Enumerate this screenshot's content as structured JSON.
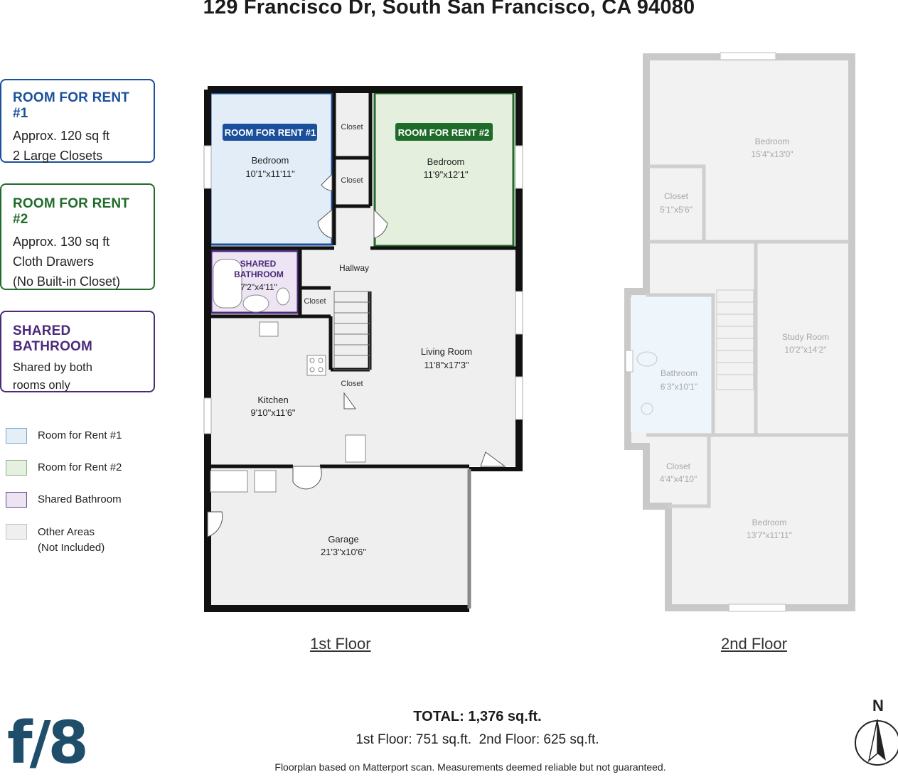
{
  "title": "129 Francisco Dr, South San Francisco, CA 94080",
  "cards": [
    {
      "heading": "ROOM FOR RENT #1",
      "lines": [
        "Approx. 120 sq ft",
        "2 Large Closets"
      ],
      "color": "#1a4f9c"
    },
    {
      "heading": "ROOM FOR RENT #2",
      "lines": [
        "Approx. 130 sq ft",
        "Cloth Drawers",
        "(No Built-in Closet)"
      ],
      "color": "#1f6b2a"
    },
    {
      "heading": "SHARED BATHROOM",
      "lines": [
        "Shared by both",
        "rooms only"
      ],
      "color": "#4b2a7a"
    }
  ],
  "legend": [
    {
      "label": "Room for Rent #1",
      "fill": "#e4eef7",
      "stroke": "#7fa6c6"
    },
    {
      "label": "Room for Rent #2",
      "fill": "#e6f0e0",
      "stroke": "#8fb388"
    },
    {
      "label": "Shared Bathroom",
      "fill": "#ece4f2",
      "stroke": "#6a4b8c"
    },
    {
      "label": "Other Areas",
      "sublabel": "(Not Included)",
      "fill": "#efefef",
      "stroke": "#c4c4c4"
    }
  ],
  "floor1": {
    "label": "1st Floor",
    "rooms": {
      "bedroom1": {
        "badge": "ROOM FOR RENT #1",
        "name": "Bedroom",
        "dims": "10'1\"x11'11\""
      },
      "bedroom2": {
        "badge": "ROOM FOR RENT #2",
        "name": "Bedroom",
        "dims": "11'9\"x12'1\""
      },
      "closet_top": "Closet",
      "closet_mid": "Closet",
      "closet_hall": "Closet",
      "closet_stairs": "Closet",
      "bath": {
        "line1": "SHARED",
        "line2": "BATHROOM",
        "dims": "7'2\"x4'11\""
      },
      "hallway": "Hallway",
      "living": {
        "name": "Living Room",
        "dims": "11'8\"x17'3\""
      },
      "kitchen": {
        "name": "Kitchen",
        "dims": "9'10\"x11'6\""
      },
      "garage": {
        "name": "Garage",
        "dims": "21'3\"x10'6\""
      }
    }
  },
  "floor2": {
    "label": "2nd Floor",
    "rooms": {
      "bedroom_top": {
        "name": "Bedroom",
        "dims": "15'4\"x13'0\""
      },
      "closet_a": {
        "name": "Closet",
        "dims": "5'1\"x5'6\""
      },
      "study": {
        "name": "Study Room",
        "dims": "10'2\"x14'2\""
      },
      "bath": {
        "name": "Bathroom",
        "dims": "6'3\"x10'1\""
      },
      "closet_b": {
        "name": "Closet",
        "dims": "4'4\"x4'10\""
      },
      "bedroom_bottom": {
        "name": "Bedroom",
        "dims": "13'7\"x11'11\""
      }
    }
  },
  "footer": {
    "total": "TOTAL: 1,376 sq.ft.",
    "breakdown": "1st Floor: 751 sq.ft.  2nd Floor: 625 sq.ft.",
    "disclaimer": "Floorplan based on Matterport scan. Measurements deemed reliable but not guaranteed."
  },
  "logo": "f/8",
  "compass": "N",
  "colors": {
    "rent1": "#1a4f9c",
    "rent2": "#1f6b2a",
    "bath": "#4b2a7a",
    "wall": "#111111"
  }
}
